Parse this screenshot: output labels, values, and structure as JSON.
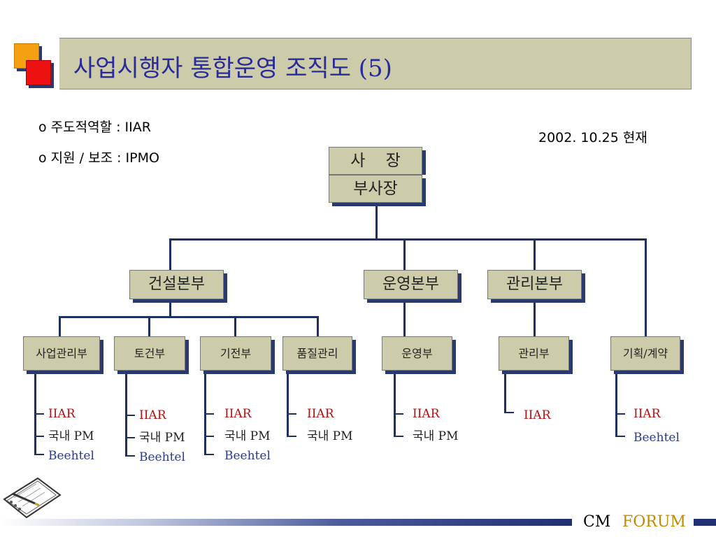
{
  "title": "사업시행자 통합운영 조직도 (5)",
  "bullets": [
    {
      "marker": "o",
      "text": "주도적역할 : IIAR"
    },
    {
      "marker": "o",
      "text": "지원 / 보조 : IPMO"
    }
  ],
  "date": "2002. 10.25 현재",
  "top_box": {
    "line1": "사    장",
    "line2": "부사장"
  },
  "divisions": [
    "건설본부",
    "운영본부",
    "관리본부"
  ],
  "departments": [
    "사업관리부",
    "토건부",
    "기전부",
    "품질관리",
    "운영부",
    "관리부",
    "기획/계약"
  ],
  "teams": [
    [
      "IIAR",
      "국내 PM",
      "Beehtel"
    ],
    [
      "IIAR",
      "국내 PM",
      "Beehtel"
    ],
    [
      "IIAR",
      "국내 PM",
      "Beehtel"
    ],
    [
      "IIAR",
      "국내 PM"
    ],
    [
      "IIAR",
      "국내 PM"
    ],
    [
      "IIAR"
    ],
    [
      "IIAR",
      "Beehtel"
    ]
  ],
  "footer": {
    "cm": "CM",
    "forum": "FORUM"
  },
  "colors": {
    "box_fill": "#ccccaa",
    "box_shadow": "#2a3a6e",
    "iiar": "#b01010",
    "beehtel": "#2a3a8a",
    "title": "#2a2a9a"
  }
}
